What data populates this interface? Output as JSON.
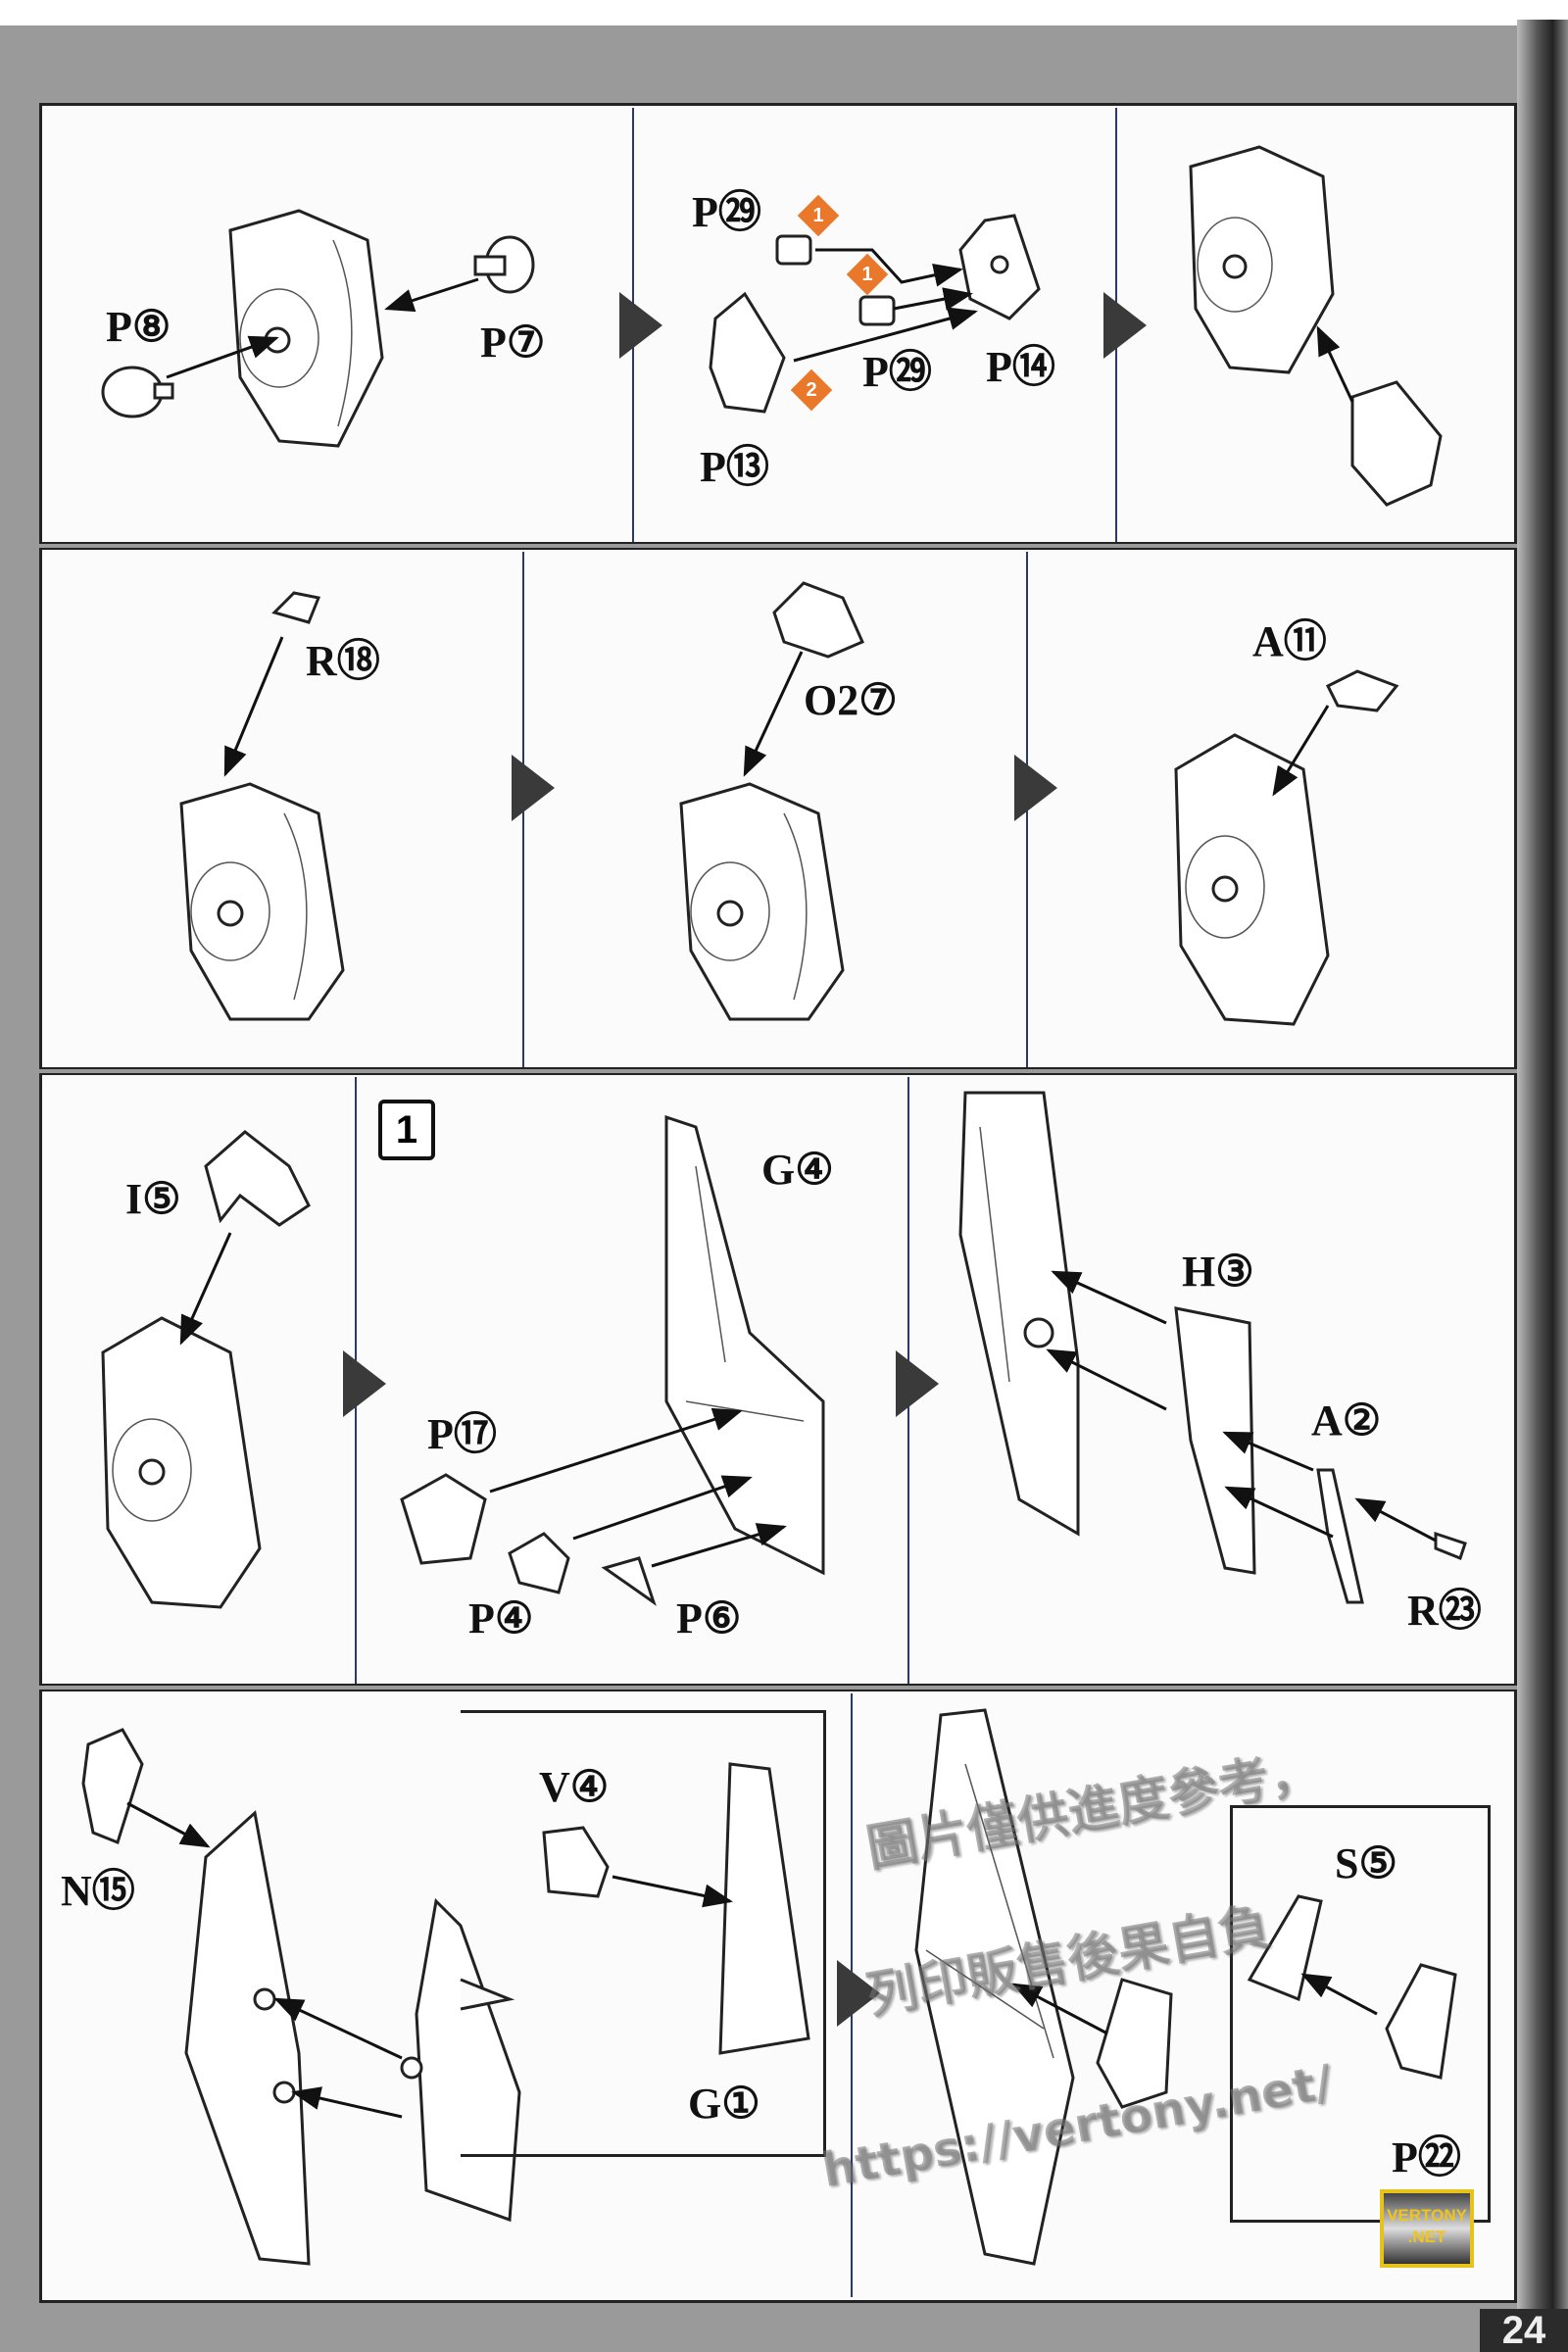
{
  "page_number": "24",
  "logo": {
    "line1": "VERTONY",
    "line2": ".NET"
  },
  "watermark": {
    "url": "https://vertony.net/",
    "line1": "圖片僅供進度參考，",
    "line2": "列印販售後果自負"
  },
  "rows": [
    {
      "panels": [
        {
          "labels": [
            "P⑧",
            "P⑦"
          ]
        },
        {
          "labels": [
            "P㉙",
            "P㉙",
            "P⑭",
            "P⑬"
          ],
          "order_markers": [
            "1",
            "1",
            "2"
          ]
        },
        {
          "labels": []
        }
      ]
    },
    {
      "panels": [
        {
          "labels": [
            "R⑱"
          ]
        },
        {
          "labels": [
            "O2⑦"
          ]
        },
        {
          "labels": [
            "A⑪"
          ]
        }
      ]
    },
    {
      "panels": [
        {
          "labels": [
            "I⑤"
          ]
        },
        {
          "step": "1",
          "labels": [
            "G④",
            "P⑰",
            "P④",
            "P⑥"
          ]
        },
        {
          "labels": [
            "H③",
            "A②",
            "R㉓"
          ]
        }
      ]
    },
    {
      "panels": [
        {
          "labels": [
            "N⑮"
          ],
          "inset_labels": [
            "V④",
            "G①"
          ]
        },
        {
          "inset_labels": [
            "S⑤",
            "P㉒"
          ]
        }
      ]
    }
  ]
}
